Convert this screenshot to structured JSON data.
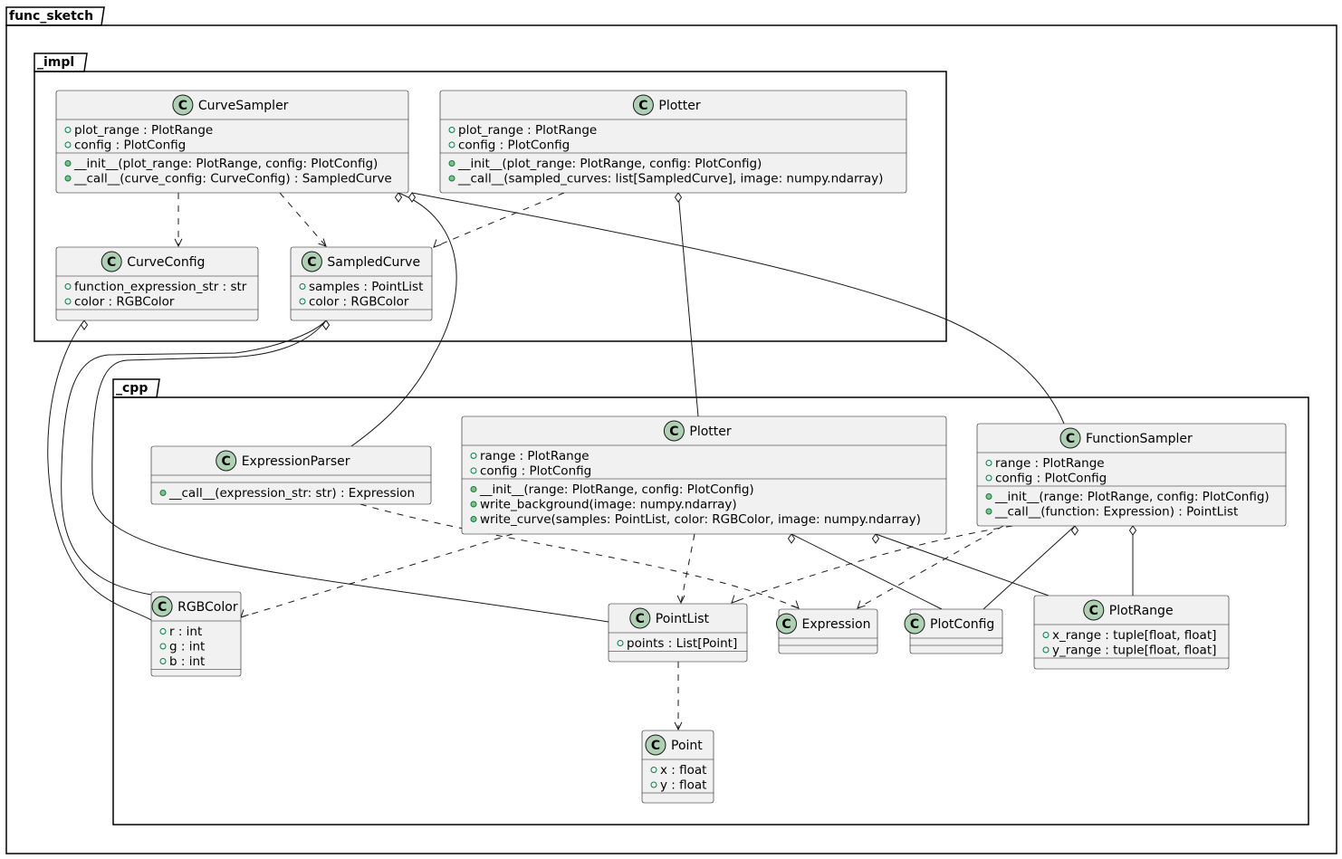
{
  "packages": {
    "root": "func_sketch",
    "impl": "_impl",
    "cpp": "_cpp"
  },
  "classes": {
    "impl_curve_sampler": {
      "name": "CurveSampler",
      "attributes": [
        "plot_range : PlotRange",
        "config : PlotConfig"
      ],
      "methods": [
        "__init__(plot_range: PlotRange, config: PlotConfig)",
        "__call__(curve_config: CurveConfig) : SampledCurve"
      ]
    },
    "impl_plotter": {
      "name": "Plotter",
      "attributes": [
        "plot_range : PlotRange",
        "config : PlotConfig"
      ],
      "methods": [
        "__init__(plot_range: PlotRange, config: PlotConfig)",
        "__call__(sampled_curves: list[SampledCurve], image: numpy.ndarray)"
      ]
    },
    "impl_curve_config": {
      "name": "CurveConfig",
      "attributes": [
        "function_expression_str : str",
        "color : RGBColor"
      ],
      "methods": []
    },
    "impl_sampled_curve": {
      "name": "SampledCurve",
      "attributes": [
        "samples : PointList",
        "color : RGBColor"
      ],
      "methods": []
    },
    "cpp_expression_parser": {
      "name": "ExpressionParser",
      "attributes": [],
      "methods": [
        "__call__(expression_str: str) : Expression"
      ]
    },
    "cpp_plotter": {
      "name": "Plotter",
      "attributes": [
        "range : PlotRange",
        "config : PlotConfig"
      ],
      "methods": [
        "__init__(range: PlotRange, config: PlotConfig)",
        "write_background(image: numpy.ndarray)",
        "write_curve(samples: PointList, color: RGBColor, image: numpy.ndarray)"
      ]
    },
    "cpp_function_sampler": {
      "name": "FunctionSampler",
      "attributes": [
        "range : PlotRange",
        "config : PlotConfig"
      ],
      "methods": [
        "__init__(range: PlotRange, config: PlotConfig)",
        "__call__(function: Expression) : PointList"
      ]
    },
    "cpp_rgb_color": {
      "name": "RGBColor",
      "attributes": [
        "r : int",
        "g : int",
        "b : int"
      ],
      "methods": []
    },
    "cpp_point_list": {
      "name": "PointList",
      "attributes": [
        "points : List[Point]"
      ],
      "methods": []
    },
    "cpp_expression": {
      "name": "Expression",
      "attributes": [],
      "methods": []
    },
    "cpp_plot_config": {
      "name": "PlotConfig",
      "attributes": [],
      "methods": []
    },
    "cpp_plot_range": {
      "name": "PlotRange",
      "attributes": [
        "x_range : tuple[float, float]",
        "y_range : tuple[float, float]"
      ],
      "methods": []
    },
    "cpp_point": {
      "name": "Point",
      "attributes": [
        "x : float",
        "y : float"
      ],
      "methods": []
    }
  },
  "relations": [
    {
      "from": "impl_curve_sampler",
      "to": "impl_curve_config",
      "kind": "dependency"
    },
    {
      "from": "impl_curve_sampler",
      "to": "impl_sampled_curve",
      "kind": "dependency"
    },
    {
      "from": "impl_plotter",
      "to": "impl_sampled_curve",
      "kind": "dependency"
    },
    {
      "from": "impl_curve_sampler",
      "to": "cpp_expression_parser",
      "kind": "aggregation"
    },
    {
      "from": "impl_curve_sampler",
      "to": "cpp_function_sampler",
      "kind": "aggregation"
    },
    {
      "from": "impl_plotter",
      "to": "cpp_plotter",
      "kind": "aggregation"
    },
    {
      "from": "impl_curve_config",
      "to": "cpp_rgb_color",
      "kind": "aggregation"
    },
    {
      "from": "impl_sampled_curve",
      "to": "cpp_rgb_color",
      "kind": "aggregation"
    },
    {
      "from": "impl_sampled_curve",
      "to": "cpp_point_list",
      "kind": "aggregation"
    },
    {
      "from": "cpp_expression_parser",
      "to": "cpp_expression",
      "kind": "dependency"
    },
    {
      "from": "cpp_plotter",
      "to": "cpp_rgb_color",
      "kind": "dependency"
    },
    {
      "from": "cpp_plotter",
      "to": "cpp_point_list",
      "kind": "dependency"
    },
    {
      "from": "cpp_plotter",
      "to": "cpp_plot_config",
      "kind": "aggregation"
    },
    {
      "from": "cpp_plotter",
      "to": "cpp_plot_range",
      "kind": "aggregation"
    },
    {
      "from": "cpp_function_sampler",
      "to": "cpp_point_list",
      "kind": "dependency"
    },
    {
      "from": "cpp_function_sampler",
      "to": "cpp_expression",
      "kind": "dependency"
    },
    {
      "from": "cpp_function_sampler",
      "to": "cpp_plot_config",
      "kind": "aggregation"
    },
    {
      "from": "cpp_function_sampler",
      "to": "cpp_plot_range",
      "kind": "aggregation"
    },
    {
      "from": "cpp_point_list",
      "to": "cpp_point",
      "kind": "dependency"
    }
  ],
  "colors": {
    "class_fill": "#f1f1f1",
    "badge_fill": "#add1b2",
    "visibility_green": "#038048",
    "line": "#181818"
  }
}
